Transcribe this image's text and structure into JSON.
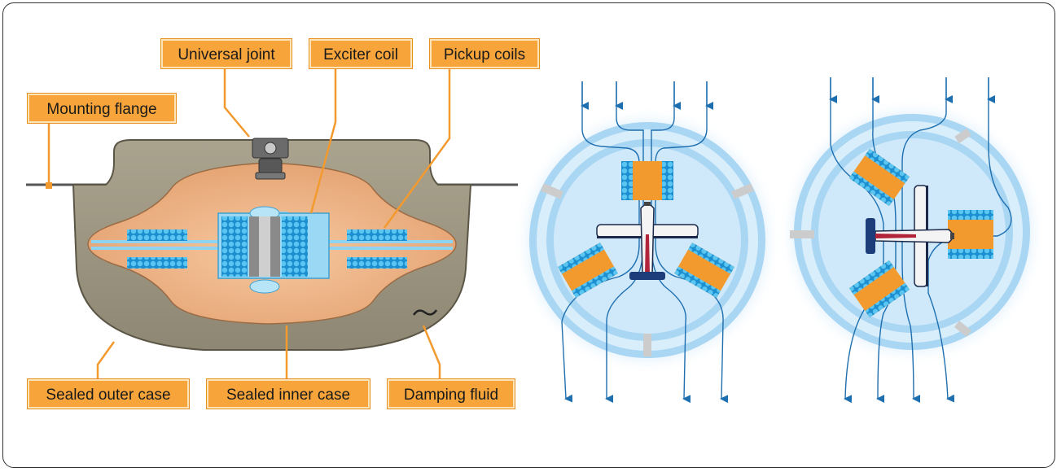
{
  "labels": {
    "universal_joint": "Universal joint",
    "exciter_coil": "Exciter coil",
    "pickup_coils": "Pickup coils",
    "mounting_flange": "Mounting flange",
    "sealed_outer_case": "Sealed outer case",
    "sealed_inner_case": "Sealed inner case",
    "damping_fluid": "Damping fluid"
  },
  "colors": {
    "label_fill": "#f7a53a",
    "outer_case": "#a39c86",
    "inner_case": "#efb584",
    "flux_ring": "#b9dcf3",
    "flux_line": "#1e6fb0",
    "coil_core": "#f39a2e",
    "coil_winding": "#33a8e0"
  }
}
